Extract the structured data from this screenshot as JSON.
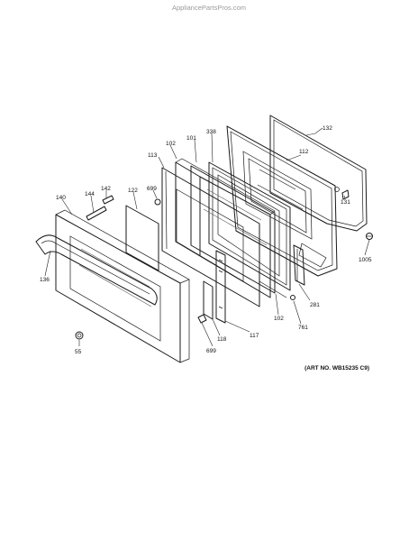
{
  "watermark": "AppliancePartsPros.com",
  "art_number": "(ART NO. WB15235 C9)",
  "parts": [
    {
      "id": "label-132",
      "text": "132"
    },
    {
      "id": "label-338",
      "text": "338"
    },
    {
      "id": "label-101",
      "text": "101"
    },
    {
      "id": "label-102-top",
      "text": "102"
    },
    {
      "id": "label-113",
      "text": "113"
    },
    {
      "id": "label-112",
      "text": "112"
    },
    {
      "id": "label-699-top",
      "text": "699"
    },
    {
      "id": "label-122",
      "text": "122"
    },
    {
      "id": "label-142",
      "text": "142"
    },
    {
      "id": "label-144",
      "text": "144"
    },
    {
      "id": "label-140",
      "text": "140"
    },
    {
      "id": "label-131",
      "text": "131"
    },
    {
      "id": "label-1005",
      "text": "1005"
    },
    {
      "id": "label-136",
      "text": "136"
    },
    {
      "id": "label-281",
      "text": "281"
    },
    {
      "id": "label-102-bottom",
      "text": "102"
    },
    {
      "id": "label-761",
      "text": "761"
    },
    {
      "id": "label-117",
      "text": "117"
    },
    {
      "id": "label-118",
      "text": "118"
    },
    {
      "id": "label-699-bottom",
      "text": "699"
    },
    {
      "id": "label-55",
      "text": "55"
    }
  ]
}
